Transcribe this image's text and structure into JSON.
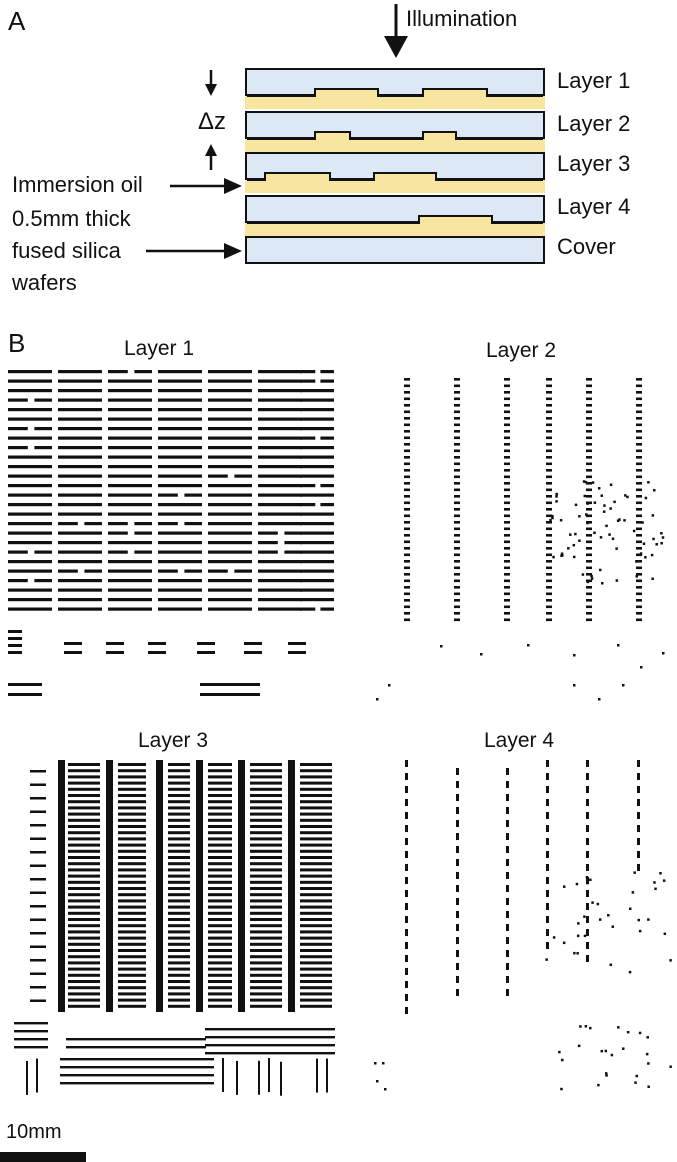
{
  "panel_a": {
    "label": "A",
    "illumination": "Illumination",
    "delta_z": "Δz",
    "layers": [
      "Layer 1",
      "Layer 2",
      "Layer 3",
      "Layer 4",
      "Cover"
    ],
    "oil_label": "Immersion oil",
    "wafer_label_lines": [
      "0.5mm thick",
      "fused silica",
      "wafers"
    ]
  },
  "panel_b": {
    "label": "B",
    "titles": [
      "Layer 1",
      "Layer 2",
      "Layer 3",
      "Layer 4"
    ],
    "scale_bar": "10mm"
  },
  "colors": {
    "glass": "#dde8f6",
    "oil": "#f8e6a0",
    "ink": "#111111"
  }
}
